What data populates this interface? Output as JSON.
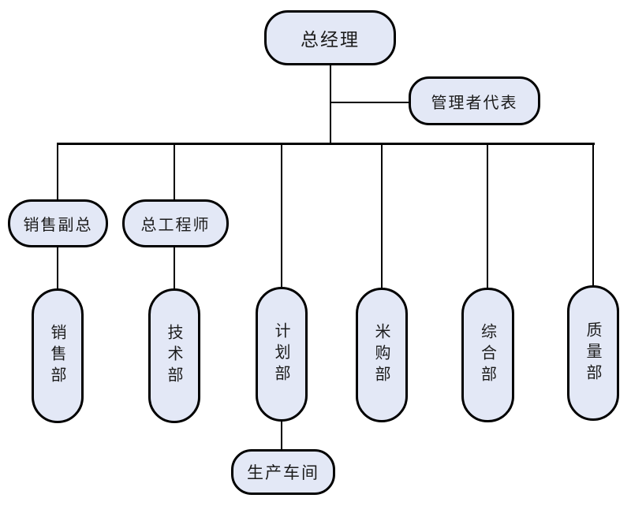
{
  "diagram_type": "organization-chart",
  "colors": {
    "background": "#ffffff",
    "node_fill": "#e3e8f6",
    "node_border": "#000000",
    "line": "#000000",
    "text": "#1c1c1c"
  },
  "nodes": {
    "general_manager": {
      "label": "总经理"
    },
    "management_rep": {
      "label": "管理者代表"
    },
    "sales_vp": {
      "label": "销售副总"
    },
    "chief_engineer": {
      "label": "总工程师"
    },
    "sales_dept": {
      "label": "销售部"
    },
    "technology_dept": {
      "label": "技术部"
    },
    "planning_dept": {
      "label": "计划部"
    },
    "purchasing_dept": {
      "label": "米购部"
    },
    "general_affairs_dept": {
      "label": "综合部"
    },
    "quality_dept": {
      "label": "质量部"
    },
    "production_workshop": {
      "label": "生产车间"
    }
  },
  "edges": [
    {
      "from": "general_manager",
      "to": "management_rep"
    },
    {
      "from": "general_manager",
      "to": "sales_vp"
    },
    {
      "from": "general_manager",
      "to": "chief_engineer"
    },
    {
      "from": "general_manager",
      "to": "planning_dept"
    },
    {
      "from": "general_manager",
      "to": "purchasing_dept"
    },
    {
      "from": "general_manager",
      "to": "general_affairs_dept"
    },
    {
      "from": "general_manager",
      "to": "quality_dept"
    },
    {
      "from": "sales_vp",
      "to": "sales_dept"
    },
    {
      "from": "chief_engineer",
      "to": "technology_dept"
    },
    {
      "from": "planning_dept",
      "to": "production_workshop"
    }
  ]
}
